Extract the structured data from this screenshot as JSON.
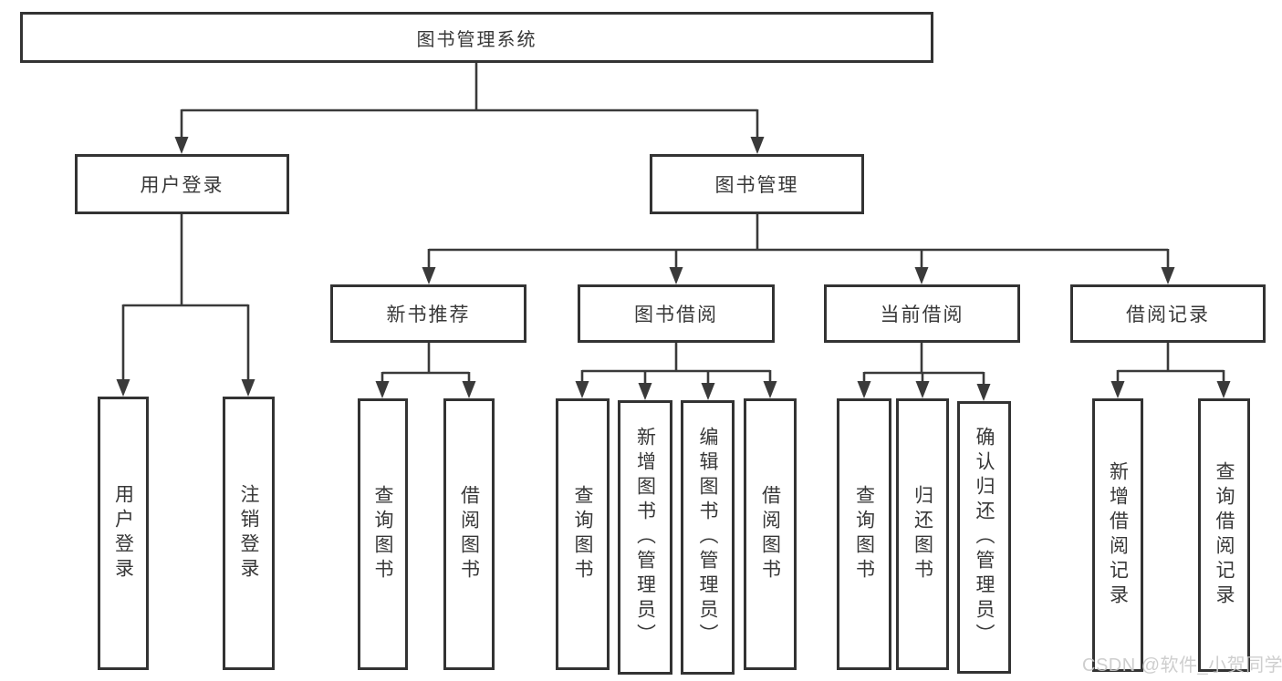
{
  "diagram": {
    "root": {
      "label": "图书管理系统"
    },
    "branches": [
      {
        "label": "用户登录",
        "children": [
          {
            "label": "用户登录"
          },
          {
            "label": "注销登录"
          }
        ]
      },
      {
        "label": "图书管理",
        "children": [
          {
            "label": "新书推荐",
            "children": [
              {
                "label": "查询图书"
              },
              {
                "label": "借阅图书"
              }
            ]
          },
          {
            "label": "图书借阅",
            "children": [
              {
                "label": "查询图书"
              },
              {
                "label": "新增图书（管理员）"
              },
              {
                "label": "编辑图书（管理员）"
              },
              {
                "label": "借阅图书"
              }
            ]
          },
          {
            "label": "当前借阅",
            "children": [
              {
                "label": "查询图书"
              },
              {
                "label": "归还图书"
              },
              {
                "label": "确认归还（管理员）"
              }
            ]
          },
          {
            "label": "借阅记录",
            "children": [
              {
                "label": "新增借阅记录"
              },
              {
                "label": "查询借阅记录"
              }
            ]
          }
        ]
      }
    ]
  },
  "watermark": "CSDN @软件_小贺同学",
  "colors": {
    "line": "#3a3a3a",
    "box_border": "#333333",
    "text": "#383838",
    "watermark": "#c9c9c9",
    "background": "#ffffff"
  }
}
